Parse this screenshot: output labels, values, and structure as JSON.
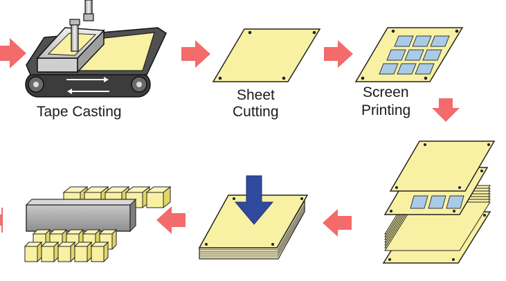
{
  "steps": {
    "tape_casting": "Tape Casting",
    "sheet_cutting_line1": "Sheet",
    "sheet_cutting_line2": "Cutting",
    "screen_printing_line1": "Screen",
    "screen_printing_line2": "Printing"
  },
  "colors": {
    "sheet": "#f8f1a3",
    "sheet_edge": "#222222",
    "print_pattern": "#a9cbe8",
    "flow_arrow": "#f36b6b",
    "press_arrow": "#2f4a9e",
    "blade": "#a4a4a4",
    "machine": "#d6d6d6",
    "belt": "#3c3c3c"
  }
}
